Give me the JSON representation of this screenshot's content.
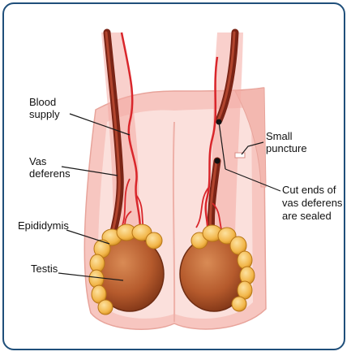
{
  "labels": {
    "blood_supply_line1": "Blood",
    "blood_supply_line2": "supply",
    "vas_deferens_line1": "Vas",
    "vas_deferens_line2": "deferens",
    "epididymis": "Epididymis",
    "testis": "Testis",
    "small_puncture_line1": "Small",
    "small_puncture_line2": "puncture",
    "cut_ends_line1": "Cut ends of",
    "cut_ends_line2": "vas deferens",
    "cut_ends_line3": "are sealed"
  },
  "colors": {
    "frame_border": "#1f4f7a",
    "scrotum_skin": "#f7c6c0",
    "scrotum_inner": "#fbe0dc",
    "vas_deferens": "#8a2a1c",
    "blood_vessel": "#d9262b",
    "testis": "#b55a2c",
    "epididymis": "#f2b64a",
    "leader_line": "#1a1a1a"
  }
}
